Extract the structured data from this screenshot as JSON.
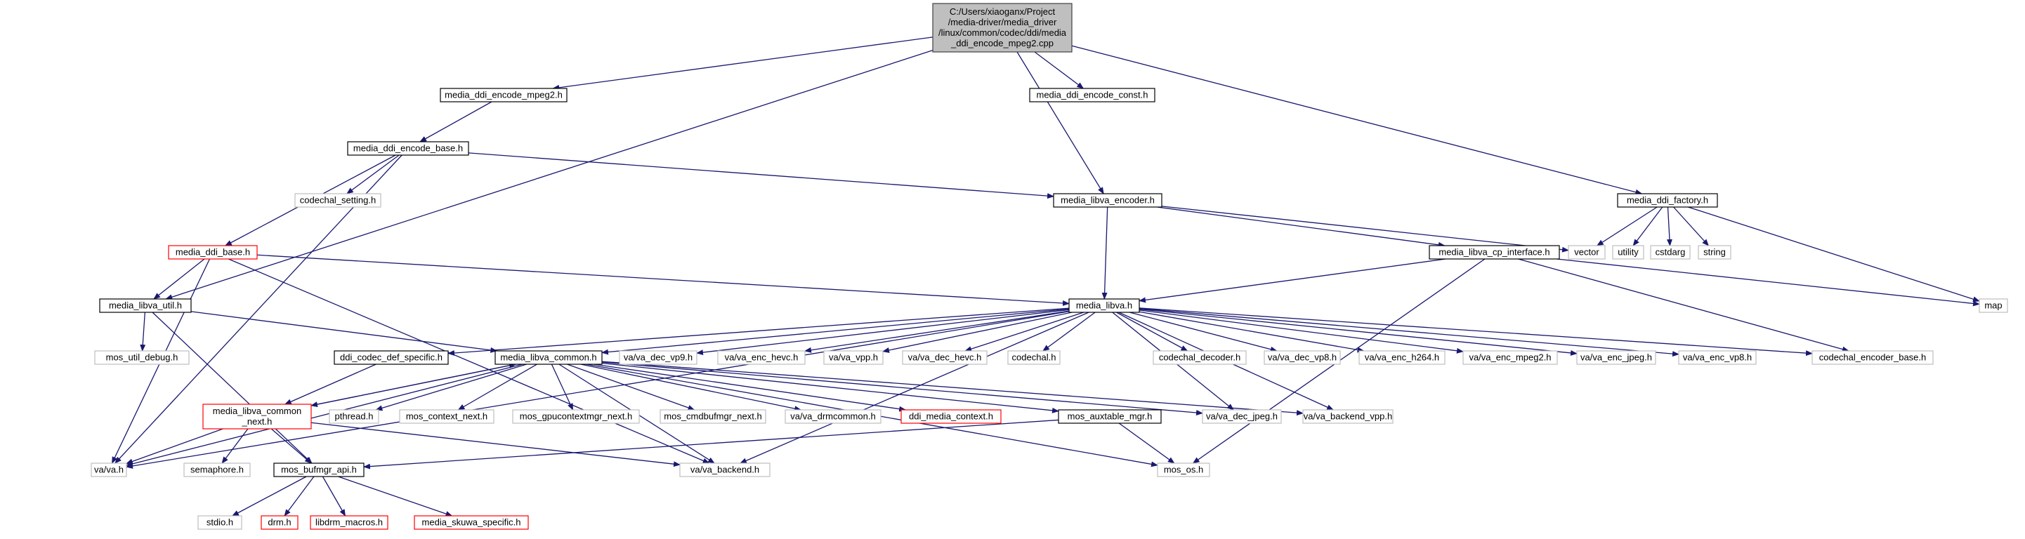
{
  "colors": {
    "edge": "#191970",
    "root_fill": "#bfbfbf",
    "border_documented": "#000000",
    "border_undocumented": "#bfbfbf",
    "border_truncated": "#ff0000",
    "background": "#ffffff"
  },
  "nodes": [
    {
      "id": "root",
      "lines": [
        "C:/Users/xiaoganx/Project",
        "/media-driver/media_driver",
        "/linux/common/codec/ddi/media",
        "_ddi_encode_mpeg2.cpp"
      ],
      "style": "root"
    },
    {
      "id": "mpeg2h",
      "lines": [
        "media_ddi_encode_mpeg2.h"
      ],
      "style": "documented"
    },
    {
      "id": "consth",
      "lines": [
        "media_ddi_encode_const.h"
      ],
      "style": "documented"
    },
    {
      "id": "baseh",
      "lines": [
        "media_ddi_encode_base.h"
      ],
      "style": "documented"
    },
    {
      "id": "codecset",
      "lines": [
        "codechal_setting.h"
      ],
      "style": "undocumented"
    },
    {
      "id": "encoder",
      "lines": [
        "media_libva_encoder.h"
      ],
      "style": "documented"
    },
    {
      "id": "factory",
      "lines": [
        "media_ddi_factory.h"
      ],
      "style": "documented"
    },
    {
      "id": "ddibase",
      "lines": [
        "media_ddi_base.h"
      ],
      "style": "truncated"
    },
    {
      "id": "cpint",
      "lines": [
        "media_libva_cp_interface.h"
      ],
      "style": "documented"
    },
    {
      "id": "vector",
      "lines": [
        "vector"
      ],
      "style": "undocumented"
    },
    {
      "id": "utility",
      "lines": [
        "utility"
      ],
      "style": "undocumented"
    },
    {
      "id": "cstdarg",
      "lines": [
        "cstdarg"
      ],
      "style": "undocumented"
    },
    {
      "id": "string",
      "lines": [
        "string"
      ],
      "style": "undocumented"
    },
    {
      "id": "map",
      "lines": [
        "map"
      ],
      "style": "undocumented"
    },
    {
      "id": "util",
      "lines": [
        "media_libva_util.h"
      ],
      "style": "documented"
    },
    {
      "id": "libva",
      "lines": [
        "media_libva.h"
      ],
      "style": "documented"
    },
    {
      "id": "mosdebug",
      "lines": [
        "mos_util_debug.h"
      ],
      "style": "undocumented"
    },
    {
      "id": "ddicodec",
      "lines": [
        "ddi_codec_def_specific.h"
      ],
      "style": "documented"
    },
    {
      "id": "common",
      "lines": [
        "media_libva_common.h"
      ],
      "style": "documented"
    },
    {
      "id": "decvp9",
      "lines": [
        "va/va_dec_vp9.h"
      ],
      "style": "undocumented"
    },
    {
      "id": "enchevc",
      "lines": [
        "va/va_enc_hevc.h"
      ],
      "style": "undocumented"
    },
    {
      "id": "vpp",
      "lines": [
        "va/va_vpp.h"
      ],
      "style": "undocumented"
    },
    {
      "id": "dechevc",
      "lines": [
        "va/va_dec_hevc.h"
      ],
      "style": "undocumented"
    },
    {
      "id": "codechal",
      "lines": [
        "codechal.h"
      ],
      "style": "undocumented"
    },
    {
      "id": "codecdec",
      "lines": [
        "codechal_decoder.h"
      ],
      "style": "undocumented"
    },
    {
      "id": "decvp8",
      "lines": [
        "va/va_dec_vp8.h"
      ],
      "style": "undocumented"
    },
    {
      "id": "ench264",
      "lines": [
        "va/va_enc_h264.h"
      ],
      "style": "undocumented"
    },
    {
      "id": "encmpeg2",
      "lines": [
        "va/va_enc_mpeg2.h"
      ],
      "style": "undocumented"
    },
    {
      "id": "encjpeg",
      "lines": [
        "va/va_enc_jpeg.h"
      ],
      "style": "undocumented"
    },
    {
      "id": "encvp8",
      "lines": [
        "va/va_enc_vp8.h"
      ],
      "style": "undocumented"
    },
    {
      "id": "codecencbase",
      "lines": [
        "codechal_encoder_base.h"
      ],
      "style": "undocumented"
    },
    {
      "id": "commonnext",
      "lines": [
        "media_libva_common",
        "_next.h"
      ],
      "style": "truncated"
    },
    {
      "id": "pthread",
      "lines": [
        "pthread.h"
      ],
      "style": "undocumented"
    },
    {
      "id": "mosctx",
      "lines": [
        "mos_context_next.h"
      ],
      "style": "undocumented"
    },
    {
      "id": "gpuctx",
      "lines": [
        "mos_gpucontextmgr_next.h"
      ],
      "style": "undocumented"
    },
    {
      "id": "cmdbuf",
      "lines": [
        "mos_cmdbufmgr_next.h"
      ],
      "style": "undocumented"
    },
    {
      "id": "drmcommon",
      "lines": [
        "va/va_drmcommon.h"
      ],
      "style": "undocumented"
    },
    {
      "id": "mediactx",
      "lines": [
        "ddi_media_context.h"
      ],
      "style": "truncated"
    },
    {
      "id": "auxtable",
      "lines": [
        "mos_auxtable_mgr.h"
      ],
      "style": "documented"
    },
    {
      "id": "decjpeg",
      "lines": [
        "va/va_dec_jpeg.h"
      ],
      "style": "undocumented"
    },
    {
      "id": "backendvpp",
      "lines": [
        "va/va_backend_vpp.h"
      ],
      "style": "undocumented"
    },
    {
      "id": "vah",
      "lines": [
        "va/va.h"
      ],
      "style": "undocumented"
    },
    {
      "id": "semaphore",
      "lines": [
        "semaphore.h"
      ],
      "style": "undocumented"
    },
    {
      "id": "bufmgr",
      "lines": [
        "mos_bufmgr_api.h"
      ],
      "style": "documented"
    },
    {
      "id": "backend",
      "lines": [
        "va/va_backend.h"
      ],
      "style": "undocumented"
    },
    {
      "id": "mosos",
      "lines": [
        "mos_os.h"
      ],
      "style": "undocumented"
    },
    {
      "id": "stdio",
      "lines": [
        "stdio.h"
      ],
      "style": "undocumented"
    },
    {
      "id": "drm",
      "lines": [
        "drm.h"
      ],
      "style": "truncated"
    },
    {
      "id": "libdrm",
      "lines": [
        "libdrm_macros.h"
      ],
      "style": "truncated"
    },
    {
      "id": "skuwa",
      "lines": [
        "media_skuwa_specific.h"
      ],
      "style": "truncated"
    }
  ],
  "edges": [
    [
      "root",
      "mpeg2h"
    ],
    [
      "root",
      "consth"
    ],
    [
      "root",
      "encoder"
    ],
    [
      "root",
      "factory"
    ],
    [
      "root",
      "util"
    ],
    [
      "mpeg2h",
      "baseh"
    ],
    [
      "baseh",
      "codecset"
    ],
    [
      "baseh",
      "encoder"
    ],
    [
      "baseh",
      "ddibase"
    ],
    [
      "baseh",
      "vah"
    ],
    [
      "encoder",
      "cpint"
    ],
    [
      "encoder",
      "vector"
    ],
    [
      "encoder",
      "libva"
    ],
    [
      "factory",
      "vector"
    ],
    [
      "factory",
      "utility"
    ],
    [
      "factory",
      "cstdarg"
    ],
    [
      "factory",
      "string"
    ],
    [
      "factory",
      "map"
    ],
    [
      "ddibase",
      "util"
    ],
    [
      "ddibase",
      "libva"
    ],
    [
      "ddibase",
      "vah"
    ],
    [
      "ddibase",
      "backend"
    ],
    [
      "cpint",
      "libva"
    ],
    [
      "cpint",
      "map"
    ],
    [
      "cpint",
      "codecencbase"
    ],
    [
      "cpint",
      "mosos"
    ],
    [
      "util",
      "mosdebug"
    ],
    [
      "util",
      "common"
    ],
    [
      "util",
      "bufmgr"
    ],
    [
      "libva",
      "ddicodec"
    ],
    [
      "libva",
      "common"
    ],
    [
      "libva",
      "decvp9"
    ],
    [
      "libva",
      "enchevc"
    ],
    [
      "libva",
      "vpp"
    ],
    [
      "libva",
      "dechevc"
    ],
    [
      "libva",
      "codechal"
    ],
    [
      "libva",
      "codecdec"
    ],
    [
      "libva",
      "decvp8"
    ],
    [
      "libva",
      "ench264"
    ],
    [
      "libva",
      "encmpeg2"
    ],
    [
      "libva",
      "encjpeg"
    ],
    [
      "libva",
      "encvp8"
    ],
    [
      "libva",
      "codecencbase"
    ],
    [
      "libva",
      "decjpeg"
    ],
    [
      "libva",
      "backendvpp"
    ],
    [
      "libva",
      "vah"
    ],
    [
      "libva",
      "backend"
    ],
    [
      "ddicodec",
      "commonnext"
    ],
    [
      "common",
      "commonnext"
    ],
    [
      "common",
      "pthread"
    ],
    [
      "common",
      "mosctx"
    ],
    [
      "common",
      "gpuctx"
    ],
    [
      "common",
      "cmdbuf"
    ],
    [
      "common",
      "drmcommon"
    ],
    [
      "common",
      "mediactx"
    ],
    [
      "common",
      "auxtable"
    ],
    [
      "common",
      "decjpeg"
    ],
    [
      "common",
      "backendvpp"
    ],
    [
      "common",
      "vah"
    ],
    [
      "common",
      "backend"
    ],
    [
      "common",
      "mosos"
    ],
    [
      "commonnext",
      "common"
    ],
    [
      "commonnext",
      "vah"
    ],
    [
      "commonnext",
      "semaphore"
    ],
    [
      "commonnext",
      "bufmgr"
    ],
    [
      "commonnext",
      "backend"
    ],
    [
      "auxtable",
      "bufmgr"
    ],
    [
      "auxtable",
      "mosos"
    ],
    [
      "bufmgr",
      "stdio"
    ],
    [
      "bufmgr",
      "drm"
    ],
    [
      "bufmgr",
      "libdrm"
    ],
    [
      "bufmgr",
      "skuwa"
    ]
  ]
}
